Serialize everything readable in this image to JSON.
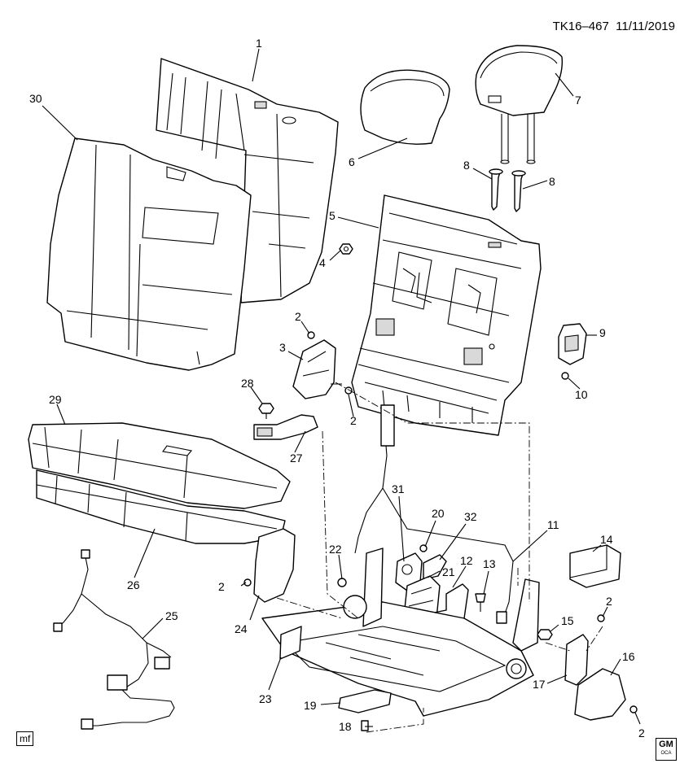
{
  "header": {
    "diagram_id": "TK16–467",
    "date": "11/11/2019"
  },
  "footer": {
    "artist_tag": "mf",
    "logo_text": "GM",
    "logo_sub": "OCA"
  },
  "callouts": {
    "c1": "1",
    "c2a": "2",
    "c2b": "2",
    "c2c": "2",
    "c2d": "2",
    "c2e": "2",
    "c3": "3",
    "c4": "4",
    "c5": "5",
    "c6": "6",
    "c7": "7",
    "c8a": "8",
    "c8b": "8",
    "c9": "9",
    "c10": "10",
    "c11": "11",
    "c12": "12",
    "c13": "13",
    "c14": "14",
    "c15": "15",
    "c16": "16",
    "c17": "17",
    "c18": "18",
    "c19": "19",
    "c20": "20",
    "c21": "21",
    "c22": "22",
    "c23": "23",
    "c24": "24",
    "c25": "25",
    "c26": "26",
    "c27": "27",
    "c28": "28",
    "c29": "29",
    "c30": "30",
    "c31": "31",
    "c32": "32"
  }
}
